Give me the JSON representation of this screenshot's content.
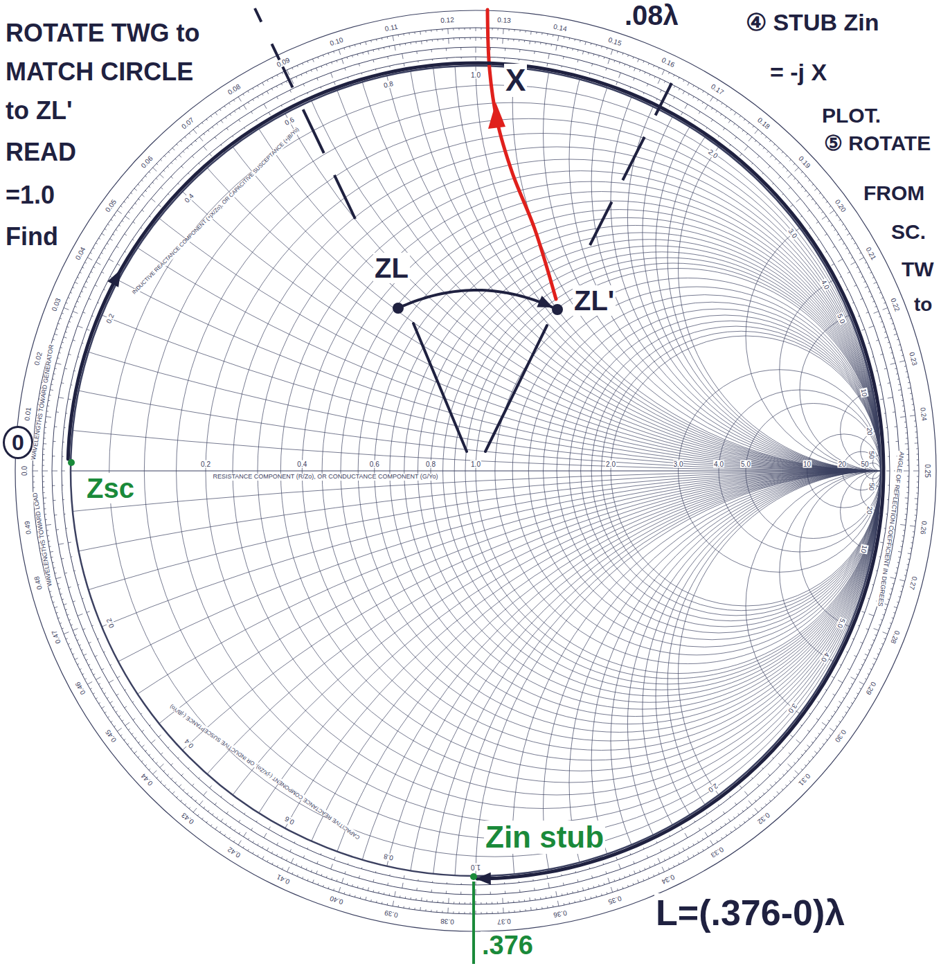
{
  "diagram": {
    "nodes": [
      {
        "text": [
          "ZL"
        ]
      },
      {
        "text": [
          "ZL'"
        ]
      },
      {
        "text": [
          "Zsc"
        ]
      },
      {
        "text": [
          "Zin stub"
        ]
      }
    ],
    "edges": [
      {
        "from": 0,
        "to": 1,
        "arrow": "to"
      },
      {
        "from": 2,
        "to": 3,
        "arrow": "to"
      }
    ],
    "labels": [
      "ROTATE TWG to",
      "MATCH CIRCLE",
      "to ZL'",
      "READ",
      "=1.0",
      "Find",
      ".08λ",
      "X",
      "④ STUB Zin",
      "= -j X",
      "PLOT.",
      "⑤ ROTATE",
      "FROM",
      "SC.",
      "TW",
      "to",
      "0",
      ".376",
      "L=(.376-0)λ",
      "RESISTANCE COMPONENT (R/Zo), OR CONDUCTANCE COMPONENT (G/Yo)",
      "INDUCTIVE REACTANCE COMPONENT (+jX/Zo), OR CAPACITIVE SUSCEPTANCE (+jB/Yo)",
      "CAPACITIVE REACTANCE COMPONENT (-jX/Zo), OR INDUCTIVE SUSCEPTANCE (-jB/Yo)",
      "WAVELENGTHS TOWARD GENERATOR",
      "WAVELENGTHS TOWARD LOAD",
      "ANGLE OF REFLECTION COEFFICIENT IN DEGREES",
      "0.2",
      "0.4",
      "0.6",
      "0.8",
      "1.0",
      "2.0",
      "3.0",
      "4.0",
      "5.0",
      "10",
      "20",
      "50",
      "0.2",
      "0.4",
      "0.6",
      "0.8",
      "1.0",
      "2.0",
      "3.0",
      "4.0",
      "5.0",
      "10",
      "20",
      "50",
      "0.2",
      "0.4",
      "0.6",
      "0.8",
      "1.0",
      "2.0",
      "3.0",
      "4.0",
      "5.0",
      "10",
      "20",
      "50",
      "0.0",
      "0.01",
      "0.02",
      "0.03",
      "0.04",
      "0.05",
      "0.06",
      "0.07",
      "0.08",
      "0.09",
      "0.10",
      "0.11",
      "0.12",
      "0.13",
      "0.14",
      "0.15",
      "0.16",
      "0.17",
      "0.18",
      "0.19",
      "0.20",
      "0.21",
      "0.22",
      "0.23",
      "0.24",
      "0.25",
      "0.26",
      "0.27",
      "0.28",
      "0.29",
      "0.30",
      "0.31",
      "0.32",
      "0.33",
      "0.34",
      "0.35",
      "0.36",
      "0.37",
      "0.38",
      "0.39",
      "0.40",
      "0.41",
      "0.42",
      "0.43",
      "0.44",
      "0.45",
      "0.46",
      "0.47",
      "0.48",
      "0.49"
    ]
  }
}
